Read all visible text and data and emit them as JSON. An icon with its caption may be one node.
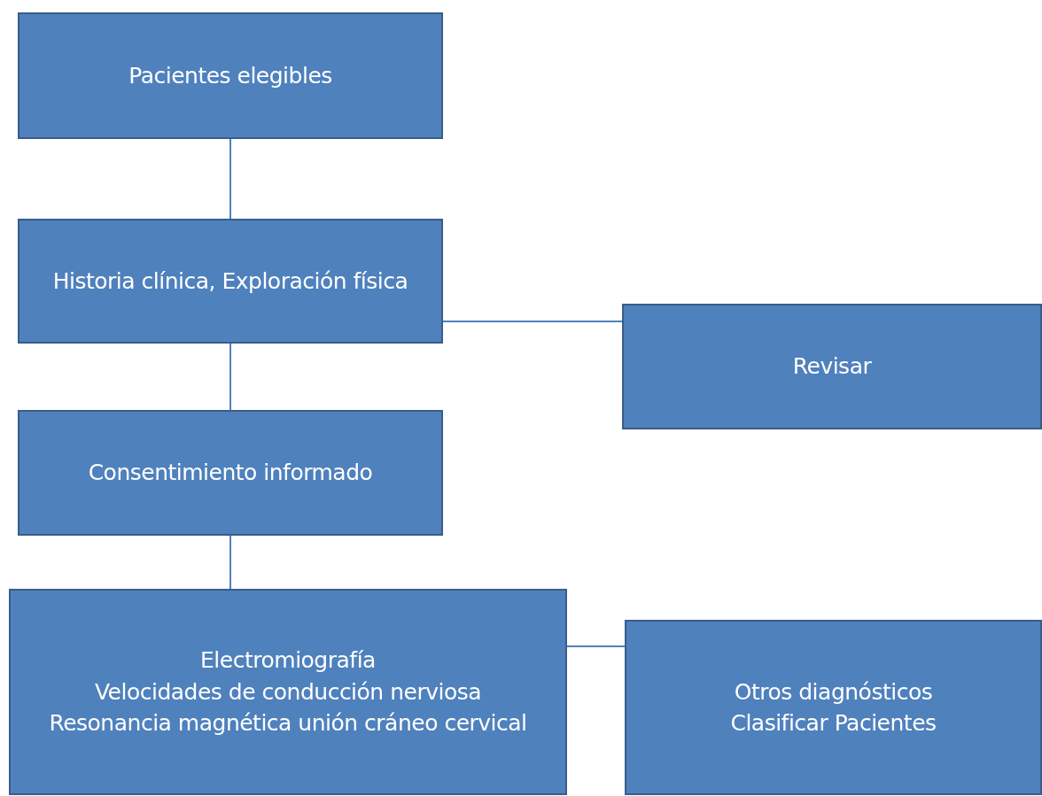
{
  "diagram": {
    "nodes": [
      {
        "text": [
          "Pacientes elegibles"
        ]
      },
      {
        "text": [
          "Historia clínica, Exploración física"
        ]
      },
      {
        "text": [
          "Revisar"
        ]
      },
      {
        "text": [
          "Consentimiento informado"
        ]
      },
      {
        "text": [
          "Electromiografía",
          "Velocidades de conducción nerviosa",
          "Resonancia magnética unión cráneo cervical"
        ]
      },
      {
        "text": [
          "Otros diagnósticos",
          "Clasificar Pacientes"
        ]
      }
    ],
    "edges": [
      {
        "from": 0,
        "to": 1,
        "arrow": "none"
      },
      {
        "from": 1,
        "to": 3,
        "arrow": "none"
      },
      {
        "from": 1,
        "to": 2,
        "arrow": "none"
      },
      {
        "from": 3,
        "to": 4,
        "arrow": "none"
      },
      {
        "from": 4,
        "to": 5,
        "arrow": "none"
      }
    ]
  }
}
